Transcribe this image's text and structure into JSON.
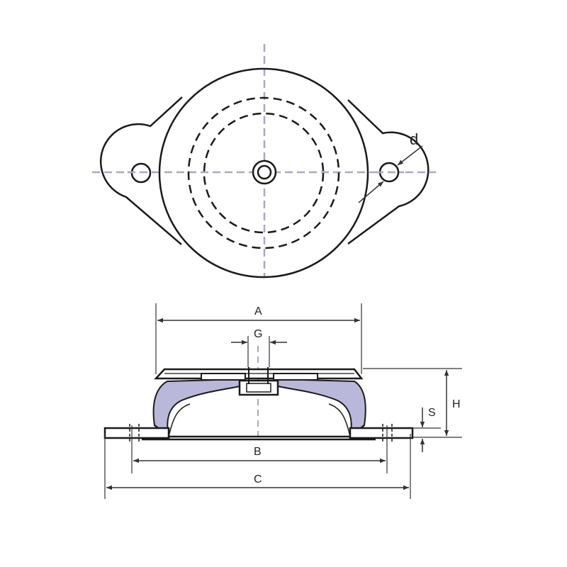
{
  "diagram": {
    "labels": {
      "hole_diameter": "d",
      "top_plate_width": "A",
      "center_gap": "G",
      "mount_hole_spacing": "B",
      "base_flange_length": "C",
      "overall_height": "H",
      "flange_thickness": "S"
    },
    "colors": {
      "outline": "#1a1a1a",
      "centerline": "#a9a8c9",
      "rubber_fill": "#b9b8da",
      "plate_fill": "#ffffff",
      "dim_line": "#333333"
    }
  }
}
